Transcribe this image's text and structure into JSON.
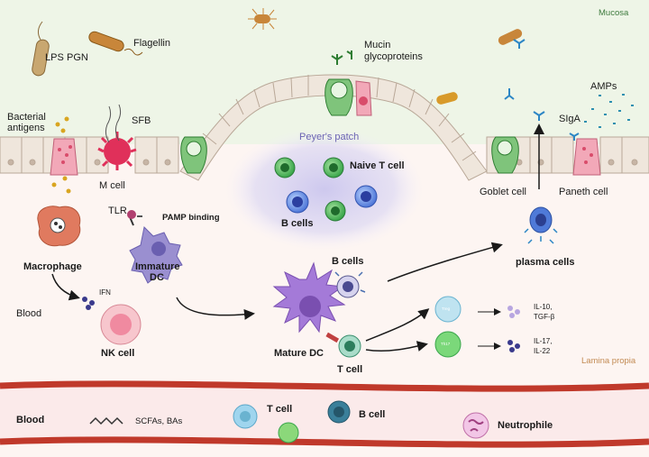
{
  "regions": {
    "mucosa": "Mucosa",
    "lamina_propria": "Lamina propia",
    "blood_left": "Blood",
    "blood_vessel": "Blood"
  },
  "microbes": {
    "lps": "LPS",
    "pgn": "PGN",
    "flagellin": "Flagellin",
    "bacterial_antigens_1": "Bacterial",
    "bacterial_antigens_2": "antigens",
    "sfb": "SFB"
  },
  "epithelium": {
    "mucin_1": "Mucin",
    "mucin_2": "glycoproteins",
    "peyers_patch": "Peyer's patch",
    "m_cell": "M cell",
    "goblet_cell": "Goblet cell",
    "paneth_cell": "Paneth cell",
    "amps": "AMPs",
    "sigA": "SIgA"
  },
  "peyers": {
    "naive_t": "Naive T cell",
    "b_cells": "B cells"
  },
  "lamina": {
    "macrophage": "Macrophage",
    "ifn": "IFN",
    "nk_cell": "NK cell",
    "tlr": "TLR",
    "pamp_binding": "PAMP binding",
    "immature_dc_1": "Immature",
    "immature_dc_2": "DC",
    "mature_dc": "Mature DC",
    "b_cells": "B cells",
    "t_cell": "T cell",
    "plasma_cells": "plasma cells",
    "treg": "Treg",
    "th17": "Th17",
    "il10_1": "IL-10,",
    "il10_2": "TGF-β",
    "il17_1": "IL-17,",
    "il17_2": "IL-22"
  },
  "vessel": {
    "scfa": "SCFAs, BAs",
    "t_cell": "T cell",
    "b_cell": "B cell",
    "neutrophile": "Neutrophile"
  },
  "colors": {
    "mucosa_bg": "#eef5e7",
    "lamina_bg": "#fdf5f2",
    "vessel": "#c0392b",
    "epithelium": "#efe6dc",
    "peyers_glow": "#d9d6f2"
  }
}
